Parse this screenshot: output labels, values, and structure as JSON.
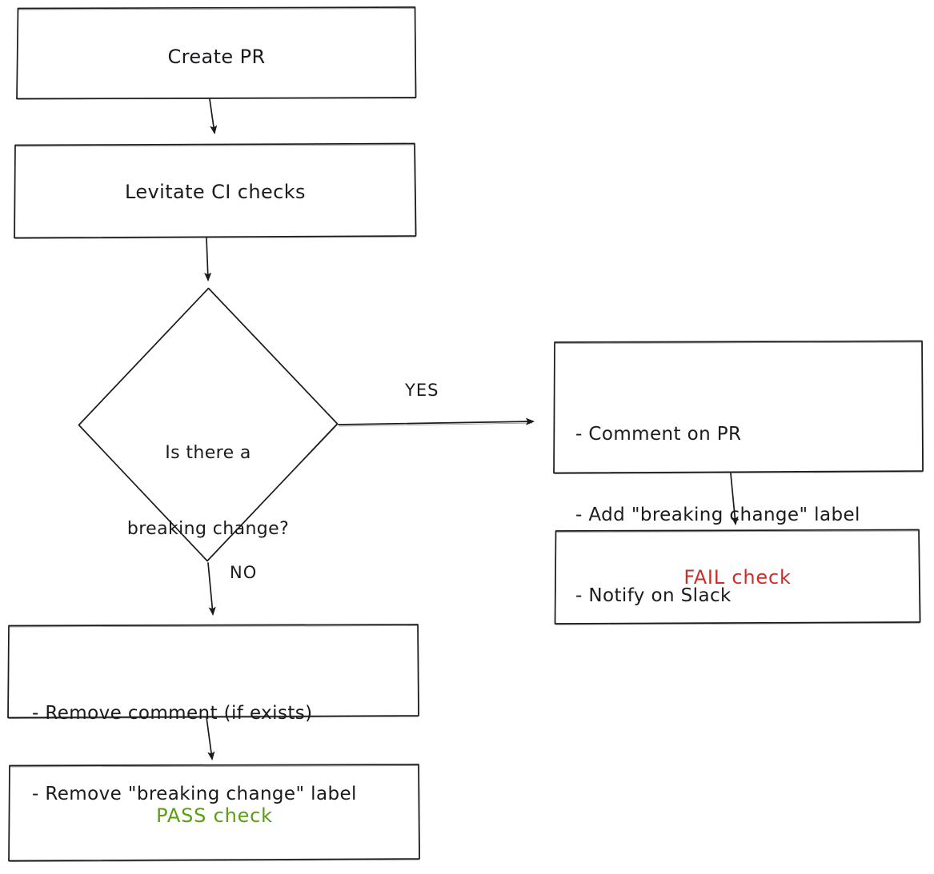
{
  "diagram": {
    "type": "flowchart",
    "style": "hand-drawn",
    "background": "#ffffff",
    "stroke_color": "#1b1b1f",
    "colors": {
      "fail": "#c9302c",
      "pass": "#5a9e13",
      "default_text": "#1b1b1f",
      "stroke": "#1b1b1f"
    },
    "nodes": {
      "create_pr": {
        "shape": "rectangle",
        "label": "Create PR"
      },
      "levitate_ci": {
        "shape": "rectangle",
        "label": "Levitate CI checks"
      },
      "decision": {
        "shape": "diamond",
        "line1": "Is there a",
        "line2": "breaking change?"
      },
      "yes_actions": {
        "shape": "rectangle",
        "items": [
          "- Comment on PR",
          "- Add \"breaking change\" label",
          "- Notify on Slack"
        ]
      },
      "fail_check": {
        "shape": "rectangle",
        "label": "FAIL check",
        "color": "#c9302c"
      },
      "no_actions": {
        "shape": "rectangle",
        "items": [
          "- Remove comment (if exists)",
          "- Remove \"breaking change\" label"
        ]
      },
      "pass_check": {
        "shape": "rectangle",
        "label": "PASS check",
        "color": "#5a9e13"
      }
    },
    "edges": {
      "create_to_levitate": {
        "label": ""
      },
      "levitate_to_decision": {
        "label": ""
      },
      "decision_to_yes": {
        "label": "YES"
      },
      "decision_to_no": {
        "label": "NO"
      },
      "yes_to_fail": {
        "label": ""
      },
      "no_to_pass": {
        "label": ""
      }
    }
  }
}
